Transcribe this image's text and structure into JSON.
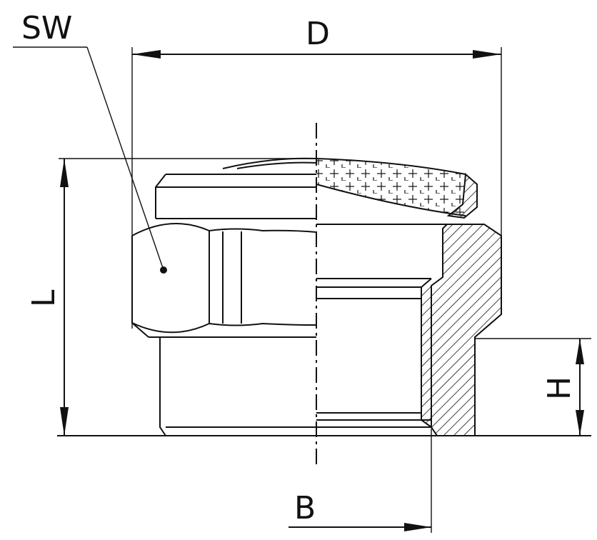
{
  "labels": {
    "sw": "SW",
    "d": "D",
    "l": "L",
    "h": "H",
    "b": "B"
  },
  "colors": {
    "ink": "#111111",
    "background": "#ffffff"
  }
}
